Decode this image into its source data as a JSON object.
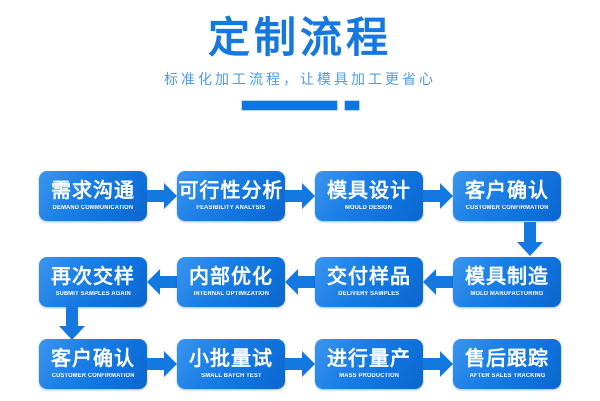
{
  "header": {
    "title": "定制流程",
    "subtitle": "标准化加工流程，让模具加工更省心",
    "accent_color": "#1478e0",
    "subtitle_color": "#4d9bea"
  },
  "flow": {
    "rows": [
      {
        "direction": "left-to-right",
        "nodes": [
          {
            "cn": "需求沟通",
            "en": "DEMAND COMMUNICATION"
          },
          {
            "cn": "可行性分析",
            "en": "FEASIBILITY ANALYSIS"
          },
          {
            "cn": "模具设计",
            "en": "MOULD DESIGN"
          },
          {
            "cn": "客户确认",
            "en": "CUSTOMER CONFIRMATION"
          }
        ]
      },
      {
        "direction": "right-to-left",
        "nodes": [
          {
            "cn": "再次交样",
            "en": "SUBMIT SAMPLES AGAIN"
          },
          {
            "cn": "内部优化",
            "en": "INTERNAL OPTIMIZATION"
          },
          {
            "cn": "交付样品",
            "en": "DELIVERY SAMPLES"
          },
          {
            "cn": "模具制造",
            "en": "MOLD MANUFACTURING"
          }
        ]
      },
      {
        "direction": "left-to-right",
        "nodes": [
          {
            "cn": "客户确认",
            "en": "CUSTOMER CONFIRMATION"
          },
          {
            "cn": "小批量试",
            "en": "SMALL BATCH TEST"
          },
          {
            "cn": "进行量产",
            "en": "MASS PRODUCTION"
          },
          {
            "cn": "售后跟踪",
            "en": "AFTER SALES TRACKING"
          }
        ]
      }
    ],
    "connector_color": "#1378e0",
    "node_color": "#1b7fe6"
  }
}
